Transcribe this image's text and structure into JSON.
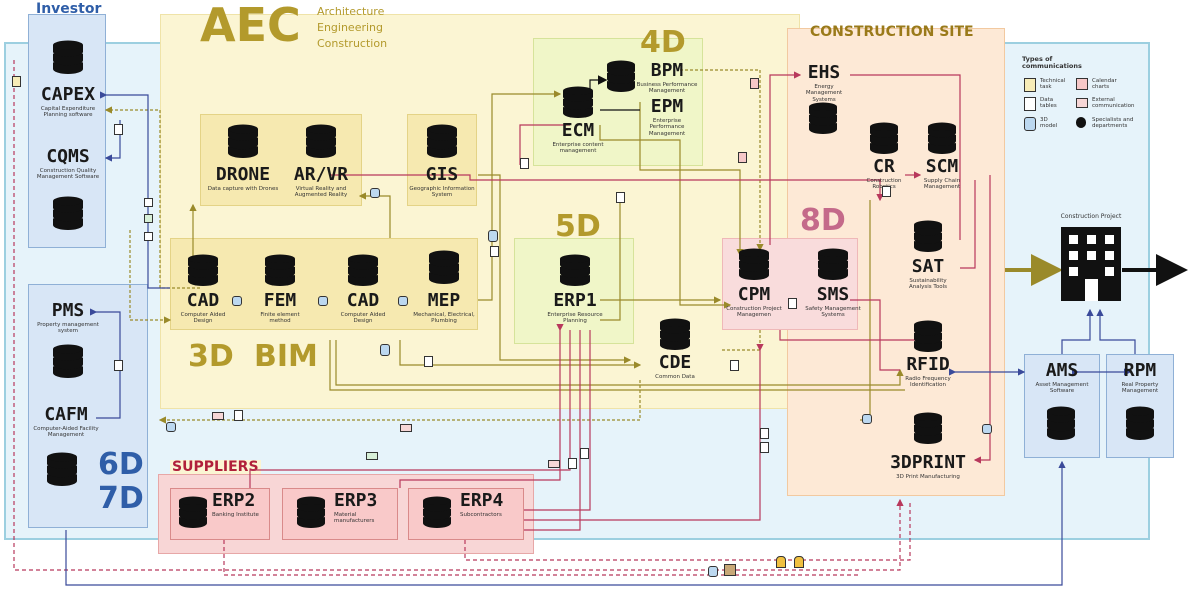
{
  "regions": {
    "investor_title": "Investor",
    "aec_title": "AEC",
    "aec_subtitle": [
      "Architecture",
      "Engineering",
      "Construction"
    ],
    "construction_site_title": "CONSTRUCTION SITE",
    "suppliers_title": "SUPPLIERS",
    "label_4d": "4D",
    "label_5d": "5D",
    "label_8d": "8D",
    "label_3d": "3D",
    "label_bim": "BIM",
    "label_6d": "6D",
    "label_7d": "7D"
  },
  "nodes": {
    "capex": {
      "name": "CAPEX",
      "desc": "Capital Expenditure Planning software"
    },
    "cqms": {
      "name": "CQMS",
      "desc": "Construction Quality Management Software"
    },
    "pms": {
      "name": "PMS",
      "desc": "Property management system"
    },
    "cafm": {
      "name": "CAFM",
      "desc": "Computer-Aided Facility Management"
    },
    "drone": {
      "name": "DRONE",
      "desc": "Data capture with Drones"
    },
    "arvr": {
      "name": "AR/VR",
      "desc": "Virtual Reality and Augmented Reality"
    },
    "gis": {
      "name": "GIS",
      "desc": "Geographic Information System"
    },
    "cad1": {
      "name": "CAD",
      "desc": "Computer Aided Design"
    },
    "fem": {
      "name": "FEM",
      "desc": "Finite element method"
    },
    "cad2": {
      "name": "CAD",
      "desc": "Computer Aided Design"
    },
    "mep": {
      "name": "MEP",
      "desc": "Mechanical, Electrical, Plumbing"
    },
    "ecm": {
      "name": "ECM",
      "desc": "Enterprise content management"
    },
    "bpm": {
      "name": "BPM",
      "desc": "Business Performance Management"
    },
    "epm": {
      "name": "EPM",
      "desc": "Enterprise Performance Management"
    },
    "erp1": {
      "name": "ERP1",
      "desc": "Enterprise Resource Planning"
    },
    "cde": {
      "name": "CDE",
      "desc": "Common Data"
    },
    "cpm": {
      "name": "CPM",
      "desc": "Construction Project Managemen"
    },
    "sms": {
      "name": "SMS",
      "desc": "Safety Management Systems"
    },
    "ehs": {
      "name": "EHS",
      "desc": "Energy Management Systems"
    },
    "cr": {
      "name": "CR",
      "desc": "Construction Robotics"
    },
    "scm": {
      "name": "SCM",
      "desc": "Supply Chain Management"
    },
    "sat": {
      "name": "SAT",
      "desc": "Sustainability Analysis Tools"
    },
    "rfid": {
      "name": "RFID",
      "desc": "Radio Frequency Identification"
    },
    "print3d": {
      "name": "3DPRINT",
      "desc": "3D Print Manufacturing"
    },
    "ams": {
      "name": "AMS",
      "desc": "Asset Management Software"
    },
    "rpm": {
      "name": "RPM",
      "desc": "Real Property Management"
    },
    "erp2": {
      "name": "ERP2",
      "desc": "Banking Institute"
    },
    "erp3": {
      "name": "ERP3",
      "desc": "Material manufacturers"
    },
    "erp4": {
      "name": "ERP4",
      "desc": "Subcontractors"
    },
    "project": {
      "desc": "Construction Project"
    }
  },
  "legend": {
    "title": "Types of communications",
    "technical_task": "Technical task",
    "calendar_charts": "Calendar charts",
    "data_tables": "Data tables",
    "external_communication": "External communication",
    "model_3d": "3D model",
    "specialists": "Specialists and departments"
  },
  "colors": {
    "investor_bg": "#d8e6f6",
    "investor_border": "#8fb0d6",
    "aec_bg": "#fbf5d3",
    "aec_text": "#b39a2c",
    "module_bg": "#f6e9b0",
    "site_bg": "#fde9d6",
    "site_border": "#f2c9a0",
    "suppliers_bg": "#f8d6d6",
    "suppliers_text": "#b0203a",
    "outer_bg": "#e6f3fa",
    "outer_border": "#9ccfe0",
    "pink_box": "#f9dcdc",
    "green_box": "#f0f6c8",
    "db_dark": "#111111",
    "wire_olive": "#9a8a2a",
    "wire_red": "#b8385c",
    "wire_blue": "#3a4a9a"
  }
}
